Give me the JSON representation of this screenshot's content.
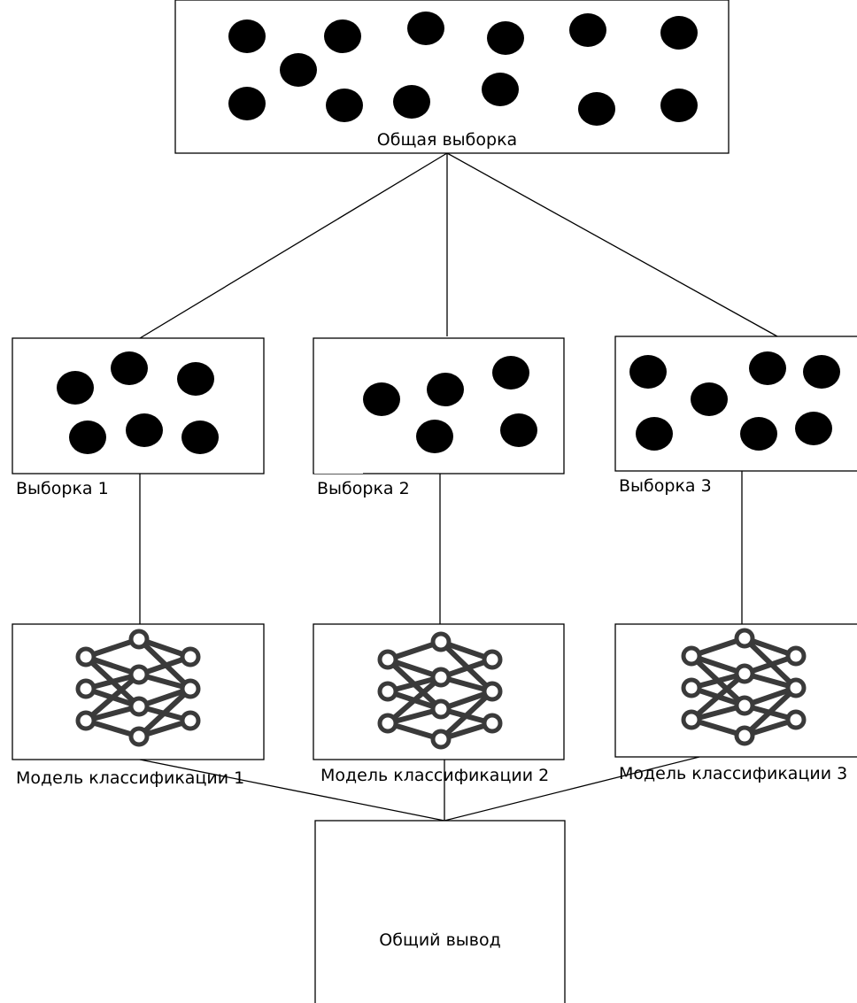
{
  "total_sample": {
    "label": "Общая выборка"
  },
  "samples": [
    {
      "label": "Выборка 1"
    },
    {
      "label": "Выборка 2"
    },
    {
      "label": "Выборка 3"
    }
  ],
  "models": [
    {
      "label": "Модель классификации 1"
    },
    {
      "label": "Модель классификации 2"
    },
    {
      "label": "Модель классификации 3"
    }
  ],
  "output": {
    "label": "Общий вывод"
  },
  "colors": {
    "ink": "#000000",
    "background": "#ffffff"
  }
}
